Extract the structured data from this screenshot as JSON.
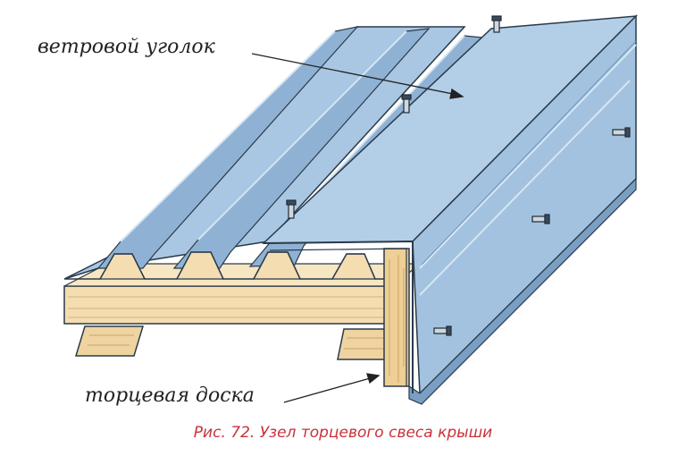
{
  "labels": {
    "wind_bar": "ветровой уголок",
    "fascia_board": "торцевая доска"
  },
  "caption": "Рис. 72. Узел торцевого свеса крыши",
  "colors": {
    "sheet_blue": "#a9c7e2",
    "sheet_dark": "#7a9fc3",
    "wood": "#f2d9a8",
    "wood_dark": "#d9b77a",
    "caption": "#c8323a",
    "outline": "#2a3a4a"
  },
  "icons": [
    "screw-icon"
  ]
}
